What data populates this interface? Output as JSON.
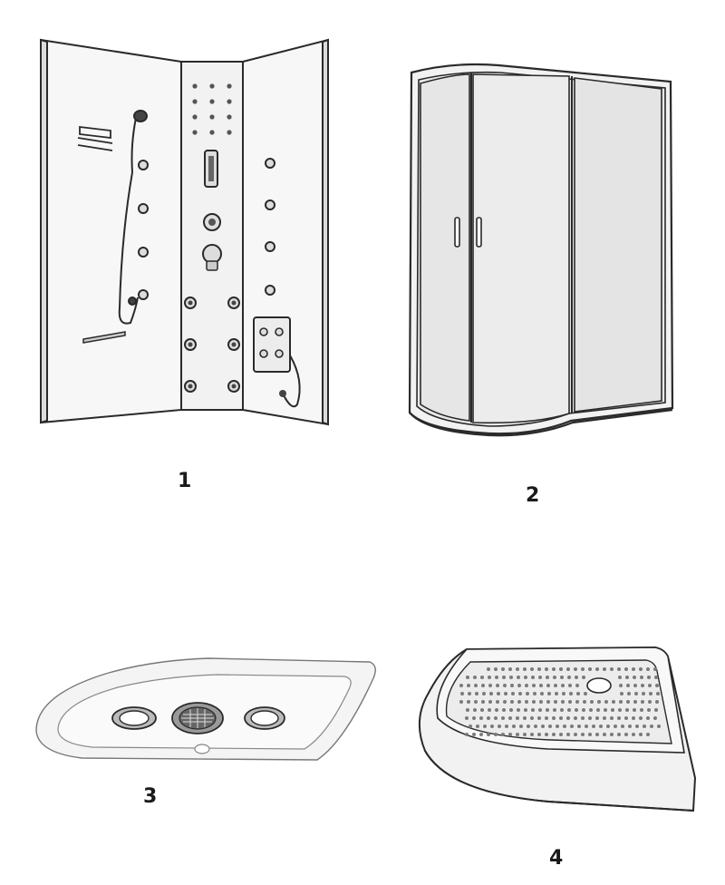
{
  "figures": [
    {
      "id": "shower-panel-cabin",
      "label": "1"
    },
    {
      "id": "curved-shower-enclosure",
      "label": "2"
    },
    {
      "id": "whirlpool-tray-base",
      "label": "3"
    },
    {
      "id": "quadrant-shower-tray",
      "label": "4"
    }
  ],
  "colors": {
    "line": "#2a2a2a",
    "panel_fill": "#f7f7f7",
    "glass_fill": "#ececec",
    "dark": "#3a3a3a"
  }
}
